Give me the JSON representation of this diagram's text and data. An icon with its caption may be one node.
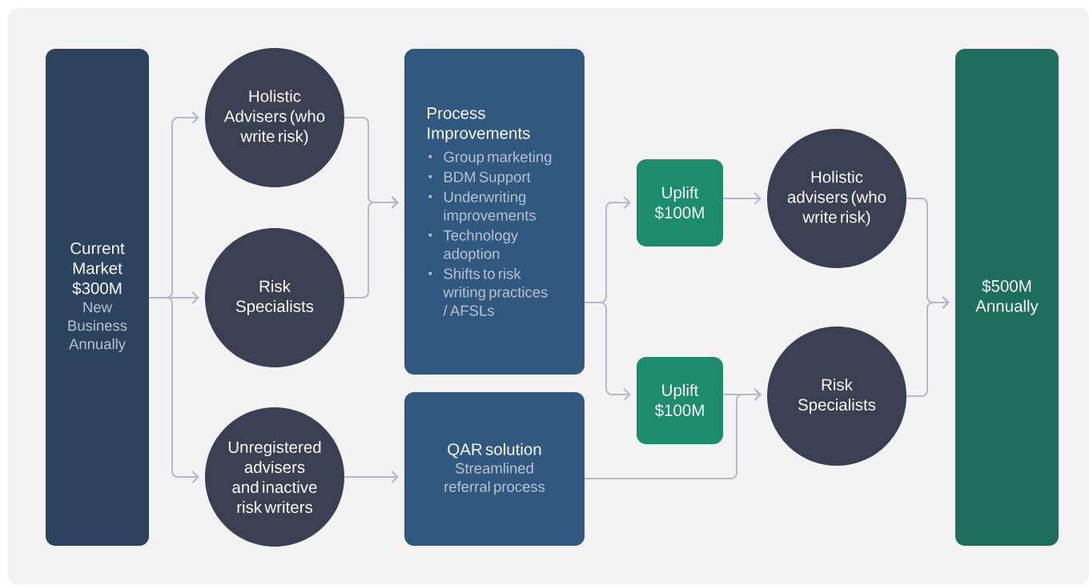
{
  "diagram": {
    "nodes": [
      {
        "text": [
          "Current Market $300M",
          "New Business Annually"
        ]
      },
      {
        "text": [
          "Holistic Advisers (who write risk)"
        ]
      },
      {
        "text": [
          "Risk Specialists"
        ]
      },
      {
        "text": [
          "Unregistered advisers and inactive risk writers"
        ]
      },
      {
        "text": [
          "Process Improvements",
          "Group marketing",
          "BDM Support",
          "Underwriting improvements",
          "Technology adoption",
          "Shifts to risk writing practices / AFSLs"
        ]
      },
      {
        "text": [
          "QAR solution",
          "Streamlined referral process"
        ]
      },
      {
        "text": [
          "Uplift $100M"
        ]
      },
      {
        "text": [
          "Uplift $100M"
        ]
      },
      {
        "text": [
          "Holistic advisers (who write risk)"
        ]
      },
      {
        "text": [
          "Risk Specialists"
        ]
      },
      {
        "text": [
          "$500M Annually"
        ]
      }
    ],
    "edges": [
      {
        "from": 0,
        "to": 1,
        "arrow": "to"
      },
      {
        "from": 0,
        "to": 2,
        "arrow": "to"
      },
      {
        "from": 0,
        "to": 3,
        "arrow": "to"
      },
      {
        "from": 1,
        "to": 4,
        "arrow": "to"
      },
      {
        "from": 2,
        "to": 4,
        "arrow": "to"
      },
      {
        "from": 3,
        "to": 5,
        "arrow": "to"
      },
      {
        "from": 4,
        "to": 6,
        "arrow": "to"
      },
      {
        "from": 4,
        "to": 7,
        "arrow": "to"
      },
      {
        "from": 6,
        "to": 8,
        "arrow": "to"
      },
      {
        "from": 7,
        "to": 9,
        "arrow": "to"
      },
      {
        "from": 5,
        "to": 9,
        "arrow": "to"
      },
      {
        "from": 8,
        "to": 10,
        "arrow": "to"
      },
      {
        "from": 9,
        "to": 10,
        "arrow": "to"
      }
    ]
  }
}
